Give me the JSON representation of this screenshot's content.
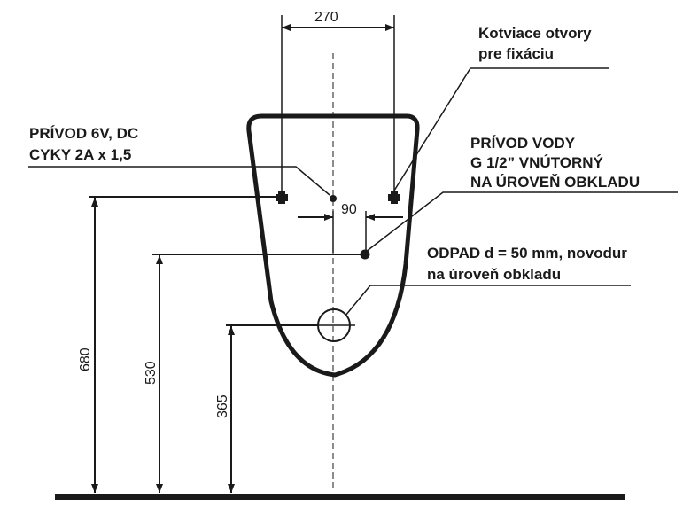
{
  "dimensions": {
    "anchor_spacing": "270",
    "supply_offset": "90",
    "anchor_height": "680",
    "water_height": "530",
    "drain_height": "365"
  },
  "labels": {
    "anchors": [
      "Kotviace otvory",
      "pre fixáciu"
    ],
    "power": [
      "PRÍVOD 6V, DC",
      "CYKY 2A x 1,5"
    ],
    "water": [
      "PRÍVOD VODY",
      "G 1/2” VNÚTORNÝ",
      "NA ÚROVEŇ OBKLADU"
    ],
    "drain": [
      "ODPAD d = 50 mm, novodur",
      "na úroveň obkladu"
    ]
  }
}
